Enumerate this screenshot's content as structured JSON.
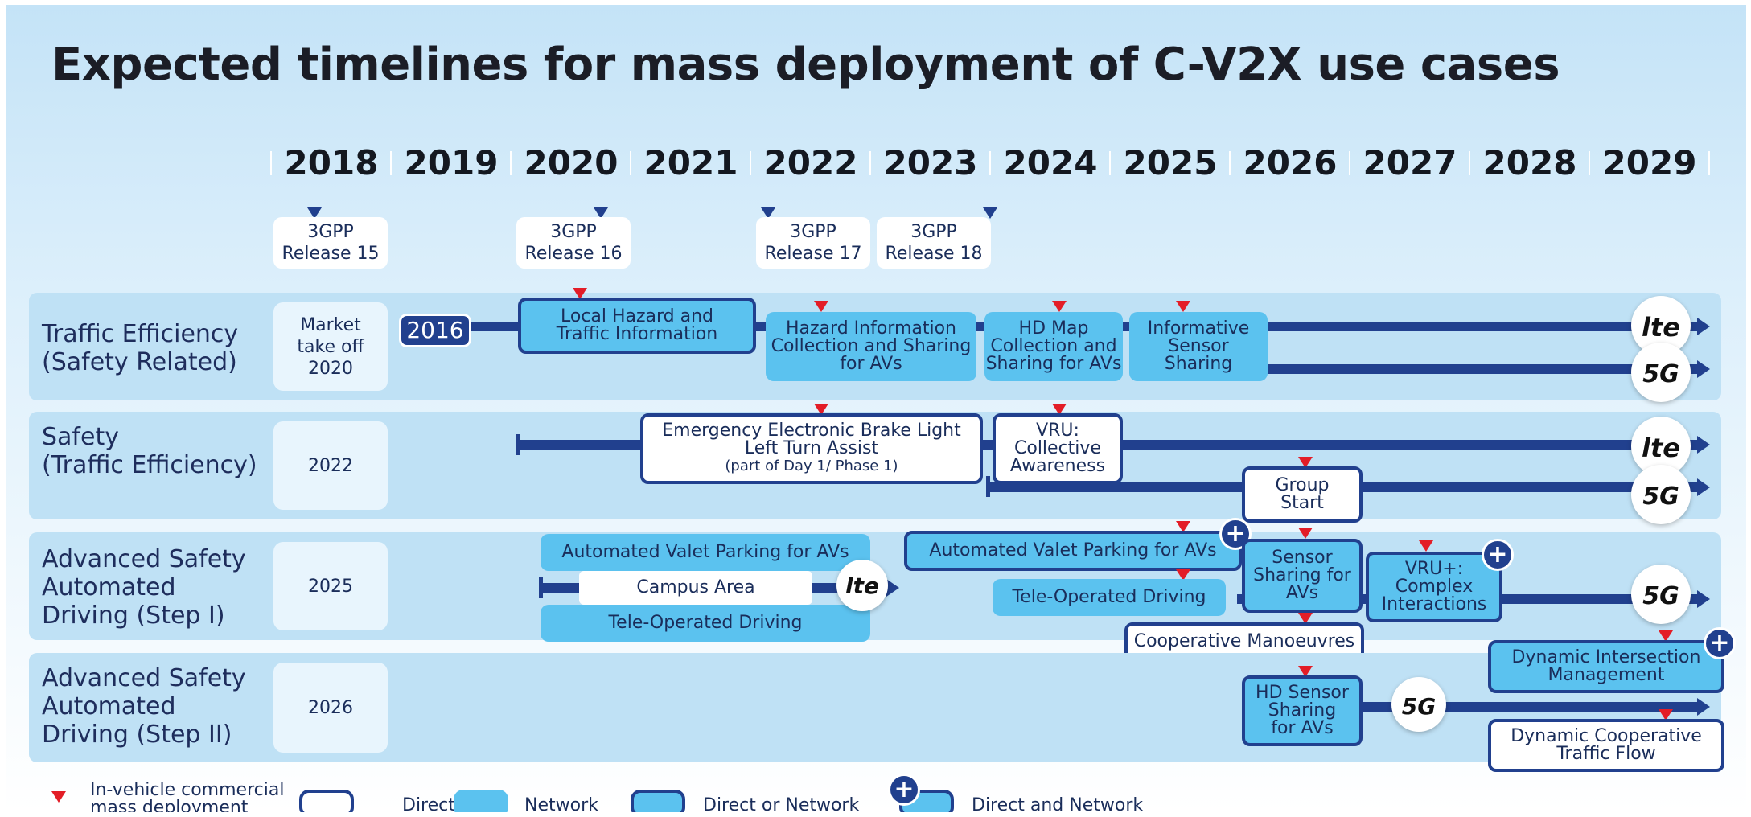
{
  "title": "Expected timelines for mass deployment of C-V2X use cases",
  "years": [
    "2018",
    "2019",
    "2020",
    "2021",
    "2022",
    "2023",
    "2024",
    "2025",
    "2026",
    "2027",
    "2028",
    "2029"
  ],
  "releases": [
    "3GPP\nRelease 15",
    "3GPP\nRelease 16",
    "3GPP\nRelease 17",
    "3GPP\nRelease 18"
  ],
  "rows": {
    "traffic": {
      "label": "Traffic Efficiency\n(Safety Related)",
      "year_box": "Market\ntake off\n2020",
      "badge": "2016"
    },
    "safety": {
      "label": "Safety\n(Traffic Efficiency)",
      "year_box": "2022"
    },
    "step1": {
      "label": "Advanced Safety\nAutomated\nDriving (Step I)",
      "year_box": "2025"
    },
    "step2": {
      "label": "Advanced Safety\nAutomated\nDriving (Step II)",
      "year_box": "2026"
    }
  },
  "boxes": {
    "local_hazard": "Local Hazard and\nTraffic Information",
    "hazard_info": "Hazard Information\nCollection and Sharing\nfor AVs",
    "hd_map": "HD Map\nCollection and\nSharing for AVs",
    "info_sensor": "Informative\nSensor\nSharing",
    "eebl_title": "Emergency Electronic Brake Light\nLeft Turn Assist",
    "eebl_sub": "(part of Day 1/ Phase 1)",
    "vru": "VRU:\nCollective\nAwareness",
    "group_start": "Group\nStart",
    "avp_network": "Automated Valet Parking for AVs",
    "campus": "Campus Area",
    "teleop_network": "Tele-Operated Driving",
    "avp_both": "Automated Valet Parking for AVs",
    "teleop_mid": "Tele-Operated Driving",
    "sensor_sharing": "Sensor\nSharing for\nAVs",
    "vru_plus": "VRU+:\nComplex\nInteractions",
    "coop_manoeuvres": "Cooperative Manoeuvres",
    "dyn_intersection": "Dynamic Intersection\nManagement",
    "hd_sensor": "HD Sensor\nSharing\nfor AVs",
    "dyn_flow": "Dynamic Cooperative\nTraffic Flow"
  },
  "tech": {
    "lte": "lte",
    "fiveg": "5G"
  },
  "icons": {
    "lte": "lte-logo-icon",
    "fiveg": "5g-logo-icon",
    "plus": "plus-icon",
    "deployment": "red-triangle-marker-icon"
  },
  "legend": {
    "deployment": "In-vehicle commercial\nmass deployment",
    "direct": "Direct",
    "network": "Network",
    "direct_or_network": "Direct or Network",
    "direct_and_network": "Direct and Network"
  },
  "colors": {
    "navy": "#21408e",
    "network": "#5bc2ef",
    "row": "#bfe1f5",
    "deployment": "#e31d27"
  }
}
